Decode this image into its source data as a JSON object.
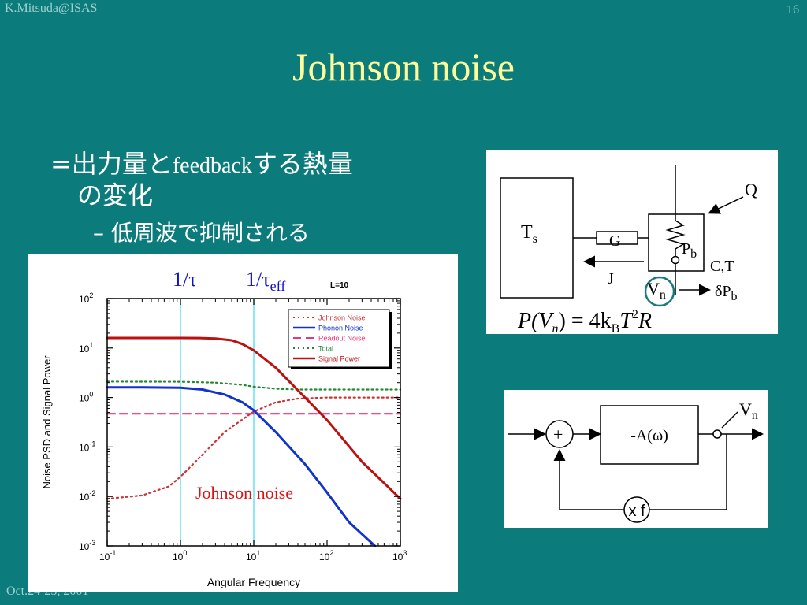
{
  "header": {
    "author": "K.Mitsuda@ISAS",
    "page_number": "16"
  },
  "title": "Johnson noise",
  "bullets": {
    "main_line1_prefix": "=出力量と",
    "main_line1_en": "feedback",
    "main_line1_suffix": "する熱量",
    "main_line2": "の変化",
    "sub_dash": "–",
    "sub": "低周波で抑制される"
  },
  "footer": {
    "date": "Oct.24-25, 2001"
  },
  "diagram1": {
    "ts": "T",
    "ts_sub": "s",
    "g": "G",
    "q": "Q",
    "pb": "P",
    "pb_sub": "b",
    "ct": "C,T",
    "j": "J",
    "vn": "V",
    "vn_sub": "n",
    "dpb": "δP",
    "dpb_sub": "b",
    "formula_p": "P(V",
    "formula_n": "n",
    "formula_mid": ") = 4k",
    "formula_b": "B",
    "formula_t": "T",
    "formula_2": "2",
    "formula_r": "R"
  },
  "diagram2": {
    "plus": "+",
    "amp": "-A(ω)",
    "xf": "x f",
    "vn": "V",
    "vn_sub": "n"
  },
  "chart_data": {
    "type": "line",
    "title": "",
    "xlabel": "Angular Frequency",
    "ylabel": "Noise PSD and Signal Power",
    "xscale": "log",
    "yscale": "log",
    "xlim": [
      0.1,
      1000
    ],
    "ylim": [
      0.001,
      100
    ],
    "x_ticks": [
      {
        "base": "10",
        "exp": "-1"
      },
      {
        "base": "10",
        "exp": "0"
      },
      {
        "base": "10",
        "exp": "1"
      },
      {
        "base": "10",
        "exp": "2"
      },
      {
        "base": "10",
        "exp": "3"
      }
    ],
    "y_ticks": [
      {
        "base": "10",
        "exp": "2"
      },
      {
        "base": "10",
        "exp": "1"
      },
      {
        "base": "10",
        "exp": "0"
      },
      {
        "base": "10",
        "exp": "-1"
      },
      {
        "base": "10",
        "exp": "-2"
      },
      {
        "base": "10",
        "exp": "-3"
      }
    ],
    "vlines": [
      {
        "x": 1,
        "label": "1/τ",
        "label_sub": ""
      },
      {
        "x": 10,
        "label": "1/τ",
        "label_sub": "eff"
      }
    ],
    "top_note": "L=10",
    "annotation": "Johnson noise",
    "legend_position": "top-right",
    "series": [
      {
        "name": "Johnson Noise",
        "color": "#cc3333",
        "style": "dotted",
        "x": [
          0.1,
          0.3,
          0.7,
          1,
          2,
          4,
          7,
          10,
          20,
          40,
          100,
          300,
          1000
        ],
        "y": [
          0.009,
          0.0105,
          0.016,
          0.025,
          0.07,
          0.2,
          0.36,
          0.52,
          0.8,
          0.95,
          1.0,
          1.0,
          1.0
        ]
      },
      {
        "name": "Phonon Noise",
        "color": "#1133cc",
        "style": "solid",
        "x": [
          0.1,
          0.3,
          1,
          2,
          4,
          7,
          10,
          20,
          50,
          100,
          200,
          450
        ],
        "y": [
          1.6,
          1.6,
          1.57,
          1.45,
          1.15,
          0.8,
          0.55,
          0.2,
          0.045,
          0.012,
          0.003,
          0.001
        ]
      },
      {
        "name": "Readout Noise",
        "color": "#ee3377",
        "style": "dashed",
        "x": [
          0.1,
          1000
        ],
        "y": [
          0.47,
          0.47
        ]
      },
      {
        "name": "Total",
        "color": "#228833",
        "style": "dotted",
        "x": [
          0.1,
          1,
          3,
          7,
          10,
          20,
          40,
          100,
          1000
        ],
        "y": [
          2.1,
          2.08,
          2.0,
          1.8,
          1.65,
          1.5,
          1.45,
          1.45,
          1.45
        ]
      },
      {
        "name": "Signal Power",
        "color": "#bb1111",
        "style": "solid",
        "x": [
          0.1,
          1,
          2,
          3,
          5,
          7,
          10,
          20,
          50,
          100,
          300,
          1000
        ],
        "y": [
          16,
          16,
          15.9,
          15.6,
          14.3,
          12,
          9,
          4,
          1.0,
          0.35,
          0.05,
          0.009
        ]
      }
    ]
  }
}
